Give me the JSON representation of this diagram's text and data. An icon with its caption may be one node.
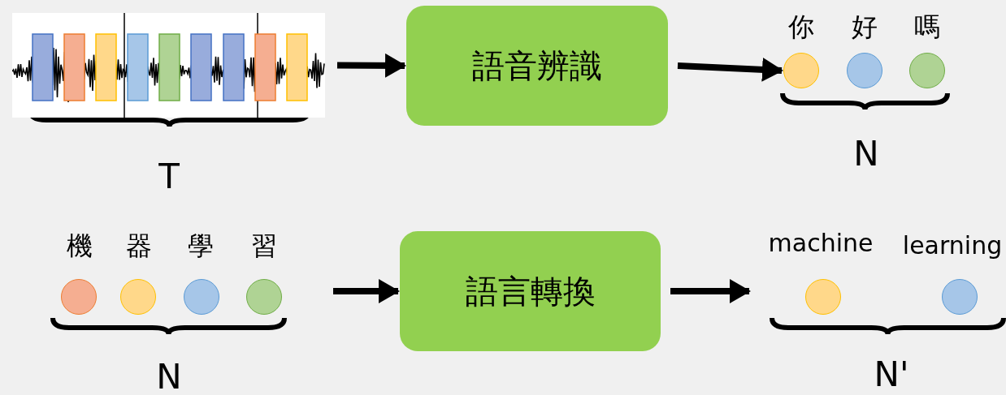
{
  "diagram": {
    "nodes": [
      {
        "text": [],
        "shape": "picture"
      },
      {
        "text": [
          "語音辨識"
        ]
      },
      {
        "text": [],
        "shape": "circle",
        "beside": [
          "你"
        ]
      },
      {
        "text": [],
        "shape": "circle",
        "beside": [
          "好"
        ]
      },
      {
        "text": [],
        "shape": "circle",
        "beside": [
          "嗎"
        ]
      },
      {
        "text": [],
        "shape": "circle",
        "beside": [
          "機"
        ]
      },
      {
        "text": [],
        "shape": "circle",
        "beside": [
          "器"
        ]
      },
      {
        "text": [],
        "shape": "circle",
        "beside": [
          "學"
        ]
      },
      {
        "text": [],
        "shape": "circle",
        "beside": [
          "習"
        ]
      },
      {
        "text": [
          "語言轉換"
        ]
      },
      {
        "text": [],
        "shape": "circle",
        "beside": [
          "machine"
        ]
      },
      {
        "text": [],
        "shape": "circle",
        "beside": [
          "learning"
        ]
      }
    ],
    "edges": [
      {
        "from": 0,
        "to": 1,
        "arrow": "to"
      },
      {
        "from": 1,
        "to": 2,
        "arrow": "to"
      },
      {
        "from": null,
        "to": 9,
        "arrow": "to"
      },
      {
        "from": 9,
        "to": null,
        "arrow": "to"
      }
    ],
    "labels": [
      "T",
      "N",
      "N",
      "N'"
    ]
  }
}
